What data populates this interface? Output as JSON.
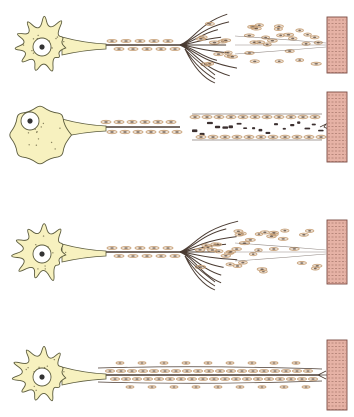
{
  "figure": {
    "panels": [
      {
        "id": "panel-1",
        "stage": "nerve-injury-regeneration",
        "distal_segment": "regenerating"
      },
      {
        "id": "panel-2",
        "stage": "axon-transection-degeneration",
        "distal_segment": "degenerating"
      },
      {
        "id": "panel-3",
        "stage": "regenerating-sprouts",
        "distal_segment": "regenerating"
      },
      {
        "id": "panel-4",
        "stage": "restored-innervation",
        "distal_segment": "intact"
      }
    ],
    "colors": {
      "neuron_body": "#f7f1bf",
      "neuron_outline": "#5a5a3c",
      "nucleus": "#ffffff",
      "nucleolus": "#333333",
      "axon": "#4a3b32",
      "schwann_cell": "#c8a27a",
      "debris": "#3c3030",
      "muscle_fill": "#e6b2a5",
      "muscle_stripe": "#8b5e55",
      "muscle_outline": "#7a4a42"
    }
  }
}
